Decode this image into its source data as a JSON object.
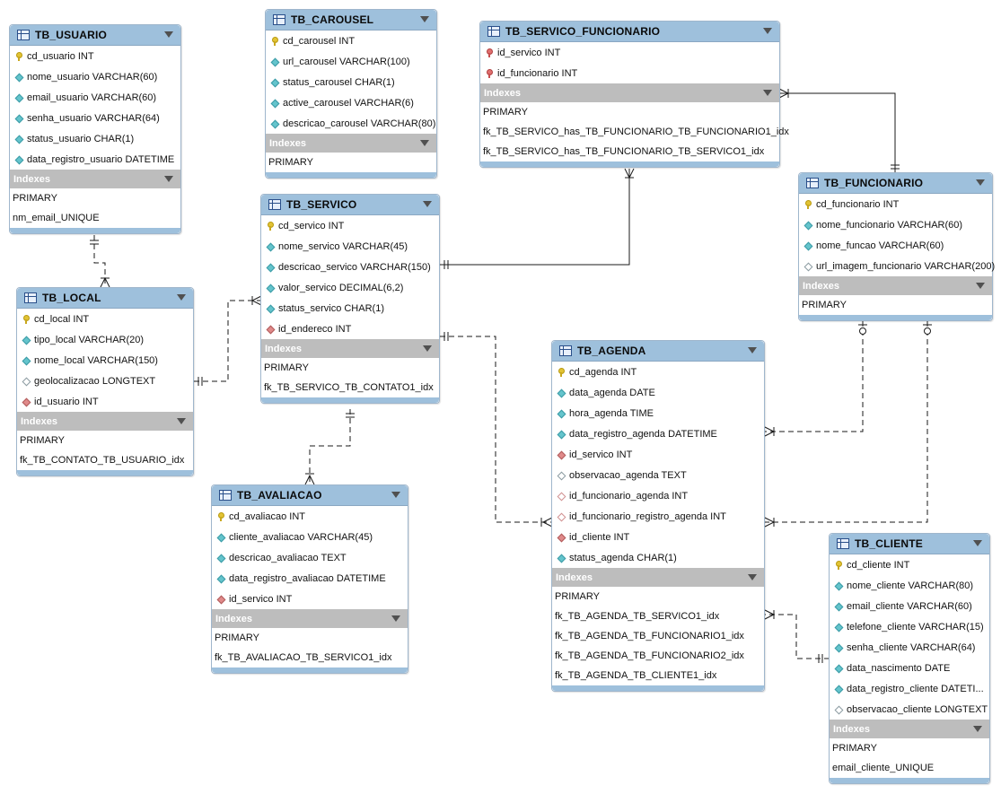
{
  "indexes_label": "Indexes",
  "tables": {
    "tb_usuario": {
      "name": "TB_USUARIO",
      "columns": [
        {
          "text": "cd_usuario INT",
          "icon": "primary-key-icon"
        },
        {
          "text": "nome_usuario VARCHAR(60)",
          "icon": "not-null-column-icon"
        },
        {
          "text": "email_usuario VARCHAR(60)",
          "icon": "not-null-column-icon"
        },
        {
          "text": "senha_usuario VARCHAR(64)",
          "icon": "not-null-column-icon"
        },
        {
          "text": "status_usuario CHAR(1)",
          "icon": "not-null-column-icon"
        },
        {
          "text": "data_registro_usuario DATETIME",
          "icon": "not-null-column-icon"
        }
      ],
      "indexes": [
        "PRIMARY",
        "nm_email_UNIQUE"
      ]
    },
    "tb_carousel": {
      "name": "TB_CAROUSEL",
      "columns": [
        {
          "text": "cd_carousel INT",
          "icon": "primary-key-icon"
        },
        {
          "text": "url_carousel VARCHAR(100)",
          "icon": "not-null-column-icon"
        },
        {
          "text": "status_carousel CHAR(1)",
          "icon": "not-null-column-icon"
        },
        {
          "text": "active_carousel VARCHAR(6)",
          "icon": "not-null-column-icon"
        },
        {
          "text": "descricao_carousel VARCHAR(80)",
          "icon": "not-null-column-icon"
        }
      ],
      "indexes": [
        "PRIMARY"
      ]
    },
    "tb_servico_funcionario": {
      "name": "TB_SERVICO_FUNCIONARIO",
      "columns": [
        {
          "text": "id_servico INT",
          "icon": "foreign-primary-key-icon"
        },
        {
          "text": "id_funcionario INT",
          "icon": "foreign-primary-key-icon"
        }
      ],
      "indexes": [
        "PRIMARY",
        "fk_TB_SERVICO_has_TB_FUNCIONARIO_TB_FUNCIONARIO1_idx",
        "fk_TB_SERVICO_has_TB_FUNCIONARIO_TB_SERVICO1_idx"
      ]
    },
    "tb_funcionario": {
      "name": "TB_FUNCIONARIO",
      "columns": [
        {
          "text": "cd_funcionario INT",
          "icon": "primary-key-icon"
        },
        {
          "text": "nome_funcionario VARCHAR(60)",
          "icon": "not-null-column-icon"
        },
        {
          "text": "nome_funcao VARCHAR(60)",
          "icon": "not-null-column-icon"
        },
        {
          "text": "url_imagem_funcionario VARCHAR(200)",
          "icon": "nullable-column-icon"
        }
      ],
      "indexes": [
        "PRIMARY"
      ]
    },
    "tb_servico": {
      "name": "TB_SERVICO",
      "columns": [
        {
          "text": "cd_servico INT",
          "icon": "primary-key-icon"
        },
        {
          "text": "nome_servico VARCHAR(45)",
          "icon": "not-null-column-icon"
        },
        {
          "text": "descricao_servico VARCHAR(150)",
          "icon": "not-null-column-icon"
        },
        {
          "text": "valor_servico DECIMAL(6,2)",
          "icon": "not-null-column-icon"
        },
        {
          "text": "status_servico CHAR(1)",
          "icon": "not-null-column-icon"
        },
        {
          "text": "id_endereco INT",
          "icon": "foreign-key-icon"
        }
      ],
      "indexes": [
        "PRIMARY",
        "fk_TB_SERVICO_TB_CONTATO1_idx"
      ]
    },
    "tb_local": {
      "name": "TB_LOCAL",
      "columns": [
        {
          "text": "cd_local INT",
          "icon": "primary-key-icon"
        },
        {
          "text": "tipo_local VARCHAR(20)",
          "icon": "not-null-column-icon"
        },
        {
          "text": "nome_local VARCHAR(150)",
          "icon": "not-null-column-icon"
        },
        {
          "text": "geolocalizacao LONGTEXT",
          "icon": "nullable-column-icon"
        },
        {
          "text": "id_usuario INT",
          "icon": "foreign-key-icon"
        }
      ],
      "indexes": [
        "PRIMARY",
        "fk_TB_CONTATO_TB_USUARIO_idx"
      ]
    },
    "tb_avaliacao": {
      "name": "TB_AVALIACAO",
      "columns": [
        {
          "text": "cd_avaliacao INT",
          "icon": "primary-key-icon"
        },
        {
          "text": "cliente_avaliacao VARCHAR(45)",
          "icon": "not-null-column-icon"
        },
        {
          "text": "descricao_avaliacao TEXT",
          "icon": "not-null-column-icon"
        },
        {
          "text": "data_registro_avaliacao DATETIME",
          "icon": "not-null-column-icon"
        },
        {
          "text": "id_servico INT",
          "icon": "foreign-key-icon"
        }
      ],
      "indexes": [
        "PRIMARY",
        "fk_TB_AVALIACAO_TB_SERVICO1_idx"
      ]
    },
    "tb_agenda": {
      "name": "TB_AGENDA",
      "columns": [
        {
          "text": "cd_agenda INT",
          "icon": "primary-key-icon"
        },
        {
          "text": "data_agenda DATE",
          "icon": "not-null-column-icon"
        },
        {
          "text": "hora_agenda TIME",
          "icon": "not-null-column-icon"
        },
        {
          "text": "data_registro_agenda DATETIME",
          "icon": "not-null-column-icon"
        },
        {
          "text": "id_servico INT",
          "icon": "foreign-key-icon"
        },
        {
          "text": "observacao_agenda TEXT",
          "icon": "nullable-column-icon"
        },
        {
          "text": "id_funcionario_agenda INT",
          "icon": "nullable-foreign-key-icon"
        },
        {
          "text": "id_funcionario_registro_agenda INT",
          "icon": "nullable-foreign-key-icon"
        },
        {
          "text": "id_cliente INT",
          "icon": "foreign-key-icon"
        },
        {
          "text": "status_agenda CHAR(1)",
          "icon": "not-null-column-icon"
        }
      ],
      "indexes": [
        "PRIMARY",
        "fk_TB_AGENDA_TB_SERVICO1_idx",
        "fk_TB_AGENDA_TB_FUNCIONARIO1_idx",
        "fk_TB_AGENDA_TB_FUNCIONARIO2_idx",
        "fk_TB_AGENDA_TB_CLIENTE1_idx"
      ]
    },
    "tb_cliente": {
      "name": "TB_CLIENTE",
      "columns": [
        {
          "text": "cd_cliente INT",
          "icon": "primary-key-icon"
        },
        {
          "text": "nome_cliente VARCHAR(80)",
          "icon": "not-null-column-icon"
        },
        {
          "text": "email_cliente VARCHAR(60)",
          "icon": "not-null-column-icon"
        },
        {
          "text": "telefone_cliente VARCHAR(15)",
          "icon": "not-null-column-icon"
        },
        {
          "text": "senha_cliente VARCHAR(64)",
          "icon": "not-null-column-icon"
        },
        {
          "text": "data_nascimento DATE",
          "icon": "not-null-column-icon"
        },
        {
          "text": "data_registro_cliente DATETI...",
          "icon": "not-null-column-icon"
        },
        {
          "text": "observacao_cliente LONGTEXT",
          "icon": "nullable-column-icon"
        }
      ],
      "indexes": [
        "PRIMARY",
        "email_cliente_UNIQUE"
      ]
    }
  },
  "relationships": [
    {
      "from": "TB_USUARIO",
      "to": "TB_LOCAL",
      "style": "dashed"
    },
    {
      "from": "TB_LOCAL",
      "to": "TB_SERVICO",
      "style": "dashed"
    },
    {
      "from": "TB_SERVICO",
      "to": "TB_SERVICO_FUNCIONARIO",
      "style": "solid"
    },
    {
      "from": "TB_FUNCIONARIO",
      "to": "TB_SERVICO_FUNCIONARIO",
      "style": "solid"
    },
    {
      "from": "TB_SERVICO",
      "to": "TB_AVALIACAO",
      "style": "dashed"
    },
    {
      "from": "TB_SERVICO",
      "to": "TB_AGENDA",
      "style": "dashed"
    },
    {
      "from": "TB_FUNCIONARIO",
      "to": "TB_AGENDA",
      "style": "dashed"
    },
    {
      "from": "TB_FUNCIONARIO",
      "to": "TB_AGENDA",
      "style": "dashed"
    },
    {
      "from": "TB_CLIENTE",
      "to": "TB_AGENDA",
      "style": "dashed"
    }
  ]
}
